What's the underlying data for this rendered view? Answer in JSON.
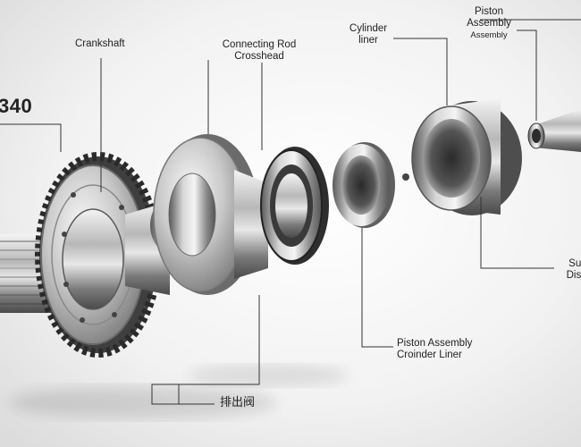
{
  "labels": {
    "part_number": "340",
    "crankshaft": "Crankshaft",
    "connecting_rod_line1": "Connecting Rod",
    "connecting_rod_line2": "Crosshead",
    "cylinder_liner_line1": "Cylinder",
    "cylinder_liner_line2": "liner",
    "piston_line1": "Piston",
    "piston_line2": "Assembly",
    "piston_line3": "Assembly",
    "suction_discharge_line1": "Suc",
    "suction_discharge_line2": "Disc",
    "piston_assembly_liner_line1": "Piston Assembly",
    "piston_assembly_liner_line2": "Croinder Liner",
    "discharge_valve": "排出阀"
  },
  "colors": {
    "background": "#ececec",
    "steel_dark": "#5a5a5a",
    "steel_mid": "#9a9a9a",
    "steel_light": "#e6e6e6",
    "leader_line": "#333333"
  }
}
